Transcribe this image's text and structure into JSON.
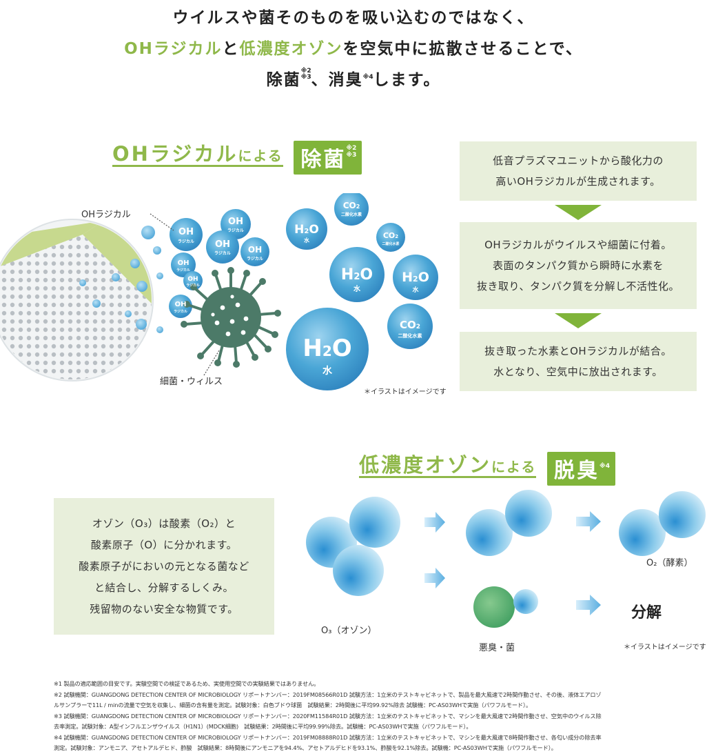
{
  "headline": {
    "line1": "ウイルスや菌そのものを吸い込むのではなく、",
    "line2_hl1": "OHラジカル",
    "line2_mid": "と",
    "line2_hl2": "低濃度オゾン",
    "line2_end": "を空気中に拡散させることで、",
    "line3_a": "除菌",
    "line3_sup1": "※2",
    "line3_sup2": "※3",
    "line3_b": "、消臭",
    "line3_sup3": "※4",
    "line3_c": "します。"
  },
  "oh_section": {
    "title_big": "OHラジカル",
    "title_small": "による",
    "badge": "除菌",
    "badge_sup1": "※2",
    "badge_sup2": "※3",
    "label_oh": "OHラジカル",
    "label_virus": "細菌・ウィルス",
    "note": "＊イラストはイメージです",
    "oh_bubble": "OH",
    "oh_sub": "ラジカル",
    "h2o_h": "H",
    "h2o_2": "2",
    "h2o_o": "O",
    "h2o_sub": "水",
    "co2_co": "CO",
    "co2_2": "2",
    "co2_sub": "二酸化水素"
  },
  "steps": [
    "低音プラズマユニットから酸化力の\n高いOHラジカルが生成されます。",
    "OHラジカルがウイルスや細菌に付着。\n表面のタンパク質から瞬時に水素を\n抜き取り、タンパク質を分解し不活性化。",
    "抜き取った水素とOHラジカルが結合。\n水となり、空気中に放出されます。"
  ],
  "ozone_section": {
    "title_big": "低濃度オゾン",
    "title_small": "による",
    "badge": "脱臭",
    "badge_sup": "※4",
    "explanation": "オゾン（O₃）は酸素（O₂）と\n酸素原子（O）に分かれます。\n酸素原子がにおいの元となる菌など\nと結合し、分解するしくみ。\n残留物のない安全な物質です。",
    "label_o3": "O₃（オゾン）",
    "label_o2": "O₂（酵素）",
    "label_odor": "悪臭・菌",
    "label_decomp": "分解",
    "note": "＊イラストはイメージです"
  },
  "footnotes": [
    "※1 製品の適応範囲の目安です。実験空間での検証であるため、実使用空間での実験結果ではありません。",
    "※2 試験機関：GUANGDONG DETECTION CENTER OF MICROBIOLOGY リポートナンバー：2019FM08566R01D 試験方法：1立米のテストキャビネットで、製品を最大風速で2時間作動させ、その後、液体エアロゾ",
    "ルサンプラーで11L / minの流量で空気を収集し、細菌の含有量を測定。試験対象：白色ブドウ球菌　試験結果：2時間後に平均99.92%除去 試験機：PC-AS03WHで実施（パワフルモード）。",
    "※3 試験機関：GUANGDONG DETECTION CENTER OF MICROBIOLOGY リポートナンバー：2020FM11584R01D 試験方法：1立米のテストキャビネットで、マシンを最大風速で2時間作動させ、空気中のウイルス除",
    "去率測定。試験対象：A型インフルエンザウイルス（H1N1）(MDCK細胞)　試験結果：2時間後に平均99.99%除去。試験機：PC-AS03WHで実施（パワフルモード）。",
    "※4 試験機関：GUANGDONG DETECTION CENTER OF MICROBIOLOGY リポートナンバー：2019FM08888R01D 試験方法：1立米のテストキャビネットで、マシンを最大風速で8時間作動させ、各匂い成分の除去率",
    "測定。試験対象：アンモニア、アセトアルデヒド、酢酸　試験結果：8時間後にアンモニアを94.4%、アセトアルデヒドを93.1%、酢酸を92.1%除去。試験機：PC-AS03WHで実施（パワフルモード）。"
  ],
  "colors": {
    "accent_green": "#80b43a",
    "title_green": "#8fb84a",
    "panel_bg": "#e8efdb",
    "bubble_blue": "#4aa6d6",
    "virus": "#4c7a68"
  }
}
